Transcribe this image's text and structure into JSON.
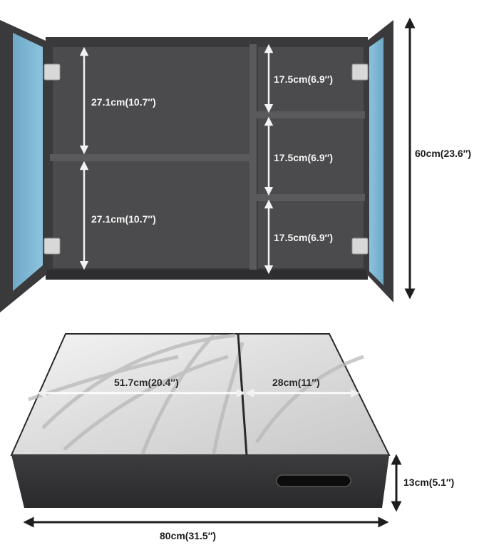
{
  "dimensions": {
    "left_shelf_upper_height": "27.1cm(10.7″)",
    "left_shelf_lower_height": "27.1cm(10.7″)",
    "right_shelf_top_height": "17.5cm(6.9″)",
    "right_shelf_middle_height": "17.5cm(6.9″)",
    "right_shelf_bottom_height": "17.5cm(6.9″)",
    "cabinet_total_height": "60cm(23.6″)",
    "left_door_width": "51.7cm(20.4″)",
    "right_door_width": "28cm(11″)",
    "cabinet_depth": "13cm(5.1″)",
    "cabinet_total_width": "80cm(31.5″)"
  },
  "colors": {
    "cabinet_body": "#3a3a3c",
    "cabinet_interior": "#4a4a4c",
    "mirror_glow": "#7fb6d3",
    "dimension_line": "#1e1e1e"
  }
}
